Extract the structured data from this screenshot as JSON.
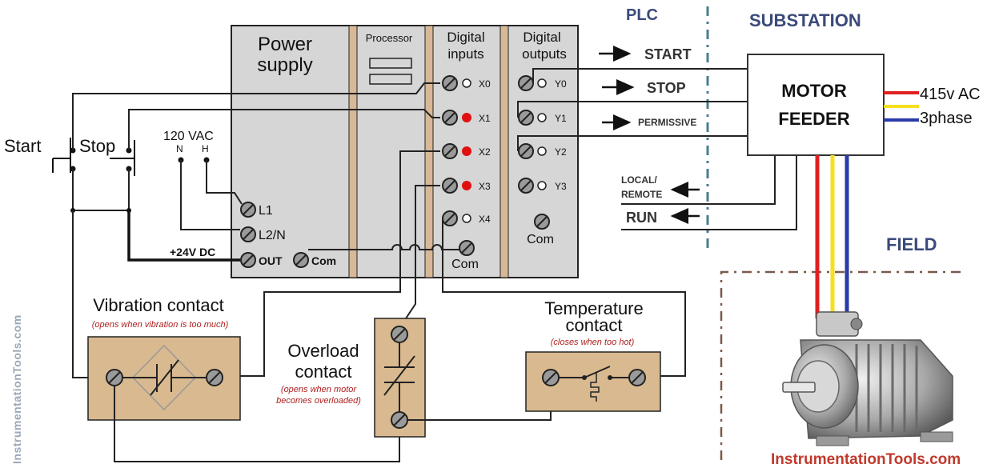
{
  "plc": {
    "section_label": "PLC",
    "power_supply": {
      "line1": "Power",
      "line2": "supply"
    },
    "processor": "Processor",
    "inputs": {
      "line1": "Digital",
      "line2": "inputs",
      "terminals": [
        "X0",
        "X1",
        "X2",
        "X3",
        "X4"
      ],
      "com": "Com"
    },
    "outputs": {
      "line1": "Digital",
      "line2": "outputs",
      "terminals": [
        "Y0",
        "Y1",
        "Y2",
        "Y3"
      ],
      "com": "Com"
    },
    "psu_terminals": {
      "l1": "L1",
      "l2n": "L2/N",
      "out": "OUT",
      "com": "Com",
      "dc_label": "+24V DC"
    }
  },
  "supply": {
    "vac": "120 VAC",
    "n": "N",
    "h": "H"
  },
  "buttons": {
    "start": "Start",
    "stop": "Stop"
  },
  "signals": {
    "start": "START",
    "stop": "STOP",
    "permissive": "PERMISSIVE",
    "local_remote_1": "LOCAL/",
    "local_remote_2": "REMOTE",
    "run": "RUN"
  },
  "substation": {
    "label": "SUBSTATION",
    "motor_feeder_1": "MOTOR",
    "motor_feeder_2": "FEEDER",
    "supply_1": "415v AC",
    "supply_2": "3phase"
  },
  "field": {
    "label": "FIELD"
  },
  "contacts": {
    "vibration": {
      "title": "Vibration contact",
      "note": "(opens when vibration is too much)"
    },
    "overload": {
      "title1": "Overload",
      "title2": "contact",
      "note1": "(opens when motor",
      "note2": "becomes overloaded)"
    },
    "temperature": {
      "title1": "Temperature",
      "title2": "contact",
      "note": "(closes when too hot)"
    }
  },
  "watermark": {
    "side": "InstrumentationTools.com",
    "bottom": "InstrumentationTools.com"
  },
  "colors": {
    "panel": "#d6d6d6",
    "separator": "#d8b896",
    "contact_box": "#d9b98f",
    "led": "#e01010",
    "phase_red": "#e02020",
    "phase_yellow": "#f5e020",
    "phase_blue": "#2a3aa8",
    "label_blue": "#3a4a7a",
    "dashed_teal": "#4a7f8c",
    "field_border": "#7a5a4a"
  }
}
